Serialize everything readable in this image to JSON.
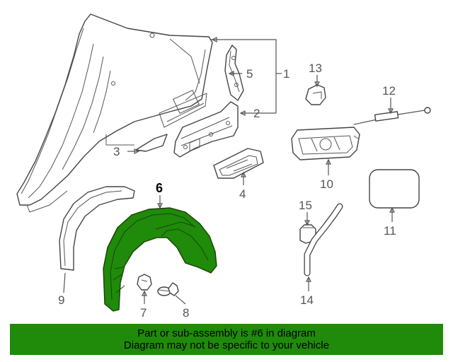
{
  "diagram": {
    "highlight_color": "#208a0a",
    "callouts": [
      {
        "id": "1",
        "label": "1"
      },
      {
        "id": "2",
        "label": "2"
      },
      {
        "id": "3",
        "label": "3"
      },
      {
        "id": "4",
        "label": "4"
      },
      {
        "id": "5",
        "label": "5"
      },
      {
        "id": "6",
        "label": "6"
      },
      {
        "id": "7",
        "label": "7"
      },
      {
        "id": "8",
        "label": "8"
      },
      {
        "id": "9",
        "label": "9"
      },
      {
        "id": "10",
        "label": "10"
      },
      {
        "id": "11",
        "label": "11"
      },
      {
        "id": "12",
        "label": "12"
      },
      {
        "id": "13",
        "label": "13"
      },
      {
        "id": "14",
        "label": "14"
      },
      {
        "id": "15",
        "label": "15"
      }
    ]
  },
  "banner": {
    "line1": "Part or sub-assembly is #6 in diagram",
    "line2": "Diagram may not be specific to your vehicle"
  }
}
